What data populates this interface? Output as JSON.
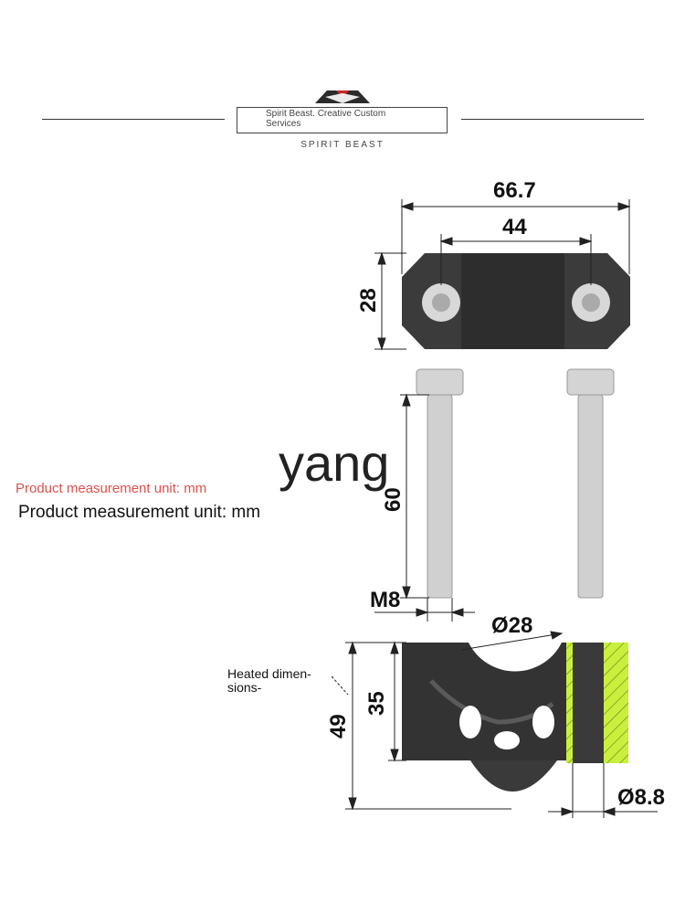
{
  "header": {
    "brand_line": "Spirit Beast. Creative Custom Services",
    "brand_sub": "SPIRIT BEAST"
  },
  "notes": {
    "unit_red": "Product measurement unit: mm",
    "unit_black": "Product measurement unit: mm",
    "watermark": "yang",
    "heated": "Heated dimen-\nsions-"
  },
  "dimensions": {
    "overall_width": "66.7",
    "hole_spacing": "44",
    "clamp_height": "28",
    "bolt_length": "60",
    "thread": "M8",
    "bore": "Ø28",
    "body_height": "35",
    "total_height": "49",
    "hole_dia": "Ø8.8"
  },
  "colors": {
    "part": "#3a3a3a",
    "bolt": "#d4d4d4",
    "hatch": "#c8f03c",
    "line": "#222222"
  }
}
